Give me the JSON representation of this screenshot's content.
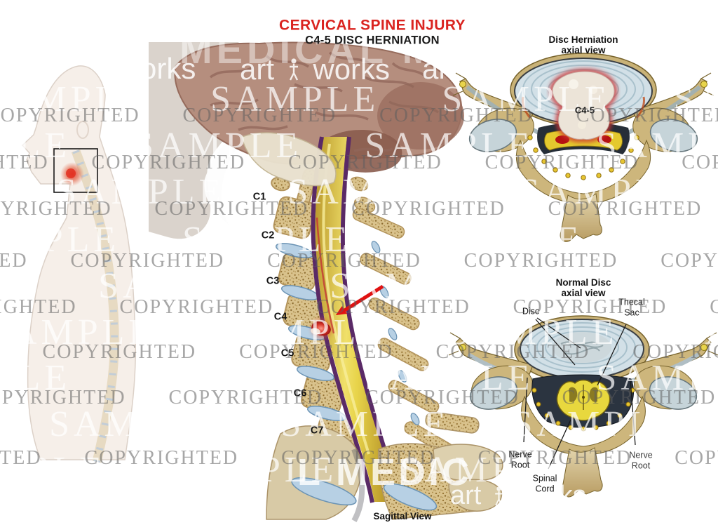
{
  "page_title": {
    "line1": "CERVICAL SPINE INJURY",
    "line2": "C4-5 DISC HERNIATION"
  },
  "sagittal_view": {
    "vertebra_labels": [
      "C1",
      "C2",
      "C3",
      "C4",
      "C5",
      "C6",
      "C7"
    ],
    "caption": "Sagittal View"
  },
  "herniation_axial": {
    "title_line1": "Disc Herniation",
    "title_line2": "axial view",
    "disc_label": "C4-5"
  },
  "normal_axial": {
    "title_line1": "Normal Disc",
    "title_line2": "axial view",
    "label_disc": "Disc",
    "label_thecal_sac": "Thecal\nSac",
    "label_nerve_root_left": "Nerve\nRoot",
    "label_spinal_cord": "Spinal\nCord",
    "label_nerve_root_right": "Nerve\nRoot"
  },
  "watermarks": {
    "sample": "SAMPLE",
    "copyrighted": "COPYRIGHTED",
    "brand_art": "art",
    "brand_works": "works",
    "brand_works_fragment": "orks",
    "brand_medical_top": "MEDICAL MED",
    "brand_medical_bottom": "L MEDIC"
  },
  "colors": {
    "title_red": "#da2420",
    "bone_tan": "#cdb67c",
    "trabecular_bone": "#d9c28c",
    "disc_blue_gray": "#d2e0e7",
    "intervertebral_disc_blue": "#b7d0e4",
    "cord_yellow": "#e8d83e",
    "dura_purple": "#5a2a66",
    "herniation_red": "#c62828",
    "inflammation_red": "#e03030",
    "canal_dark": "#2b3440",
    "watermark_white": "#ffffff",
    "watermark_gray": "#8c8c8c"
  }
}
